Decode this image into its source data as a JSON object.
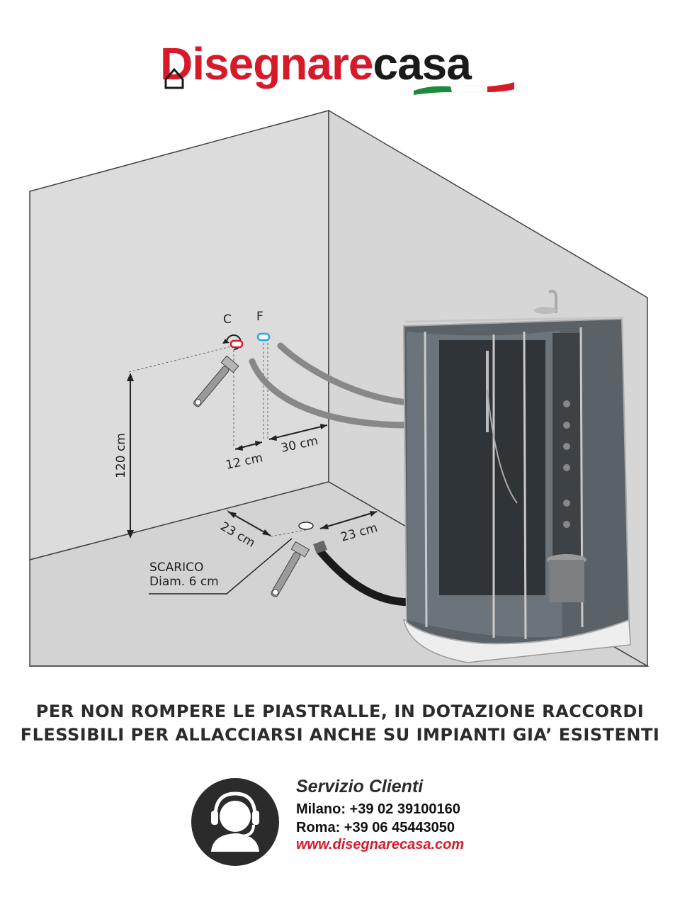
{
  "brand": {
    "name_part1": "Disegnare",
    "name_part2": "casa",
    "colors": {
      "red": "#d7192a",
      "green": "#1e8a3c",
      "dark": "#1a1a1a"
    }
  },
  "diagram": {
    "valve_hot_label": "C",
    "valve_cold_label": "F",
    "height_label": "120 cm",
    "hot_offset_label": "12 cm",
    "cold_offset_label": "30 cm",
    "drain_left_label": "23 cm",
    "drain_right_label": "23 cm",
    "drain_title": "SCARICO",
    "drain_diameter": "Diam. 6 cm",
    "icons": [
      "wrench-icon",
      "rotate-arrow-icon",
      "shower-cabin-image"
    ]
  },
  "headline": {
    "line1": "PER NON ROMPERE LE PIASTRALLE, IN DOTAZIONE RACCORDI",
    "line2": "FLESSIBILI PER ALLACCIARSI ANCHE SU IMPIANTI GIA’ ESISTENTI"
  },
  "support": {
    "title": "Servizio Clienti",
    "milano": "Milano: +39 02 39100160",
    "roma": "Roma: +39 06 45443050",
    "website": "www.disegnarecasa.com",
    "icon": "headset-agent-icon"
  }
}
